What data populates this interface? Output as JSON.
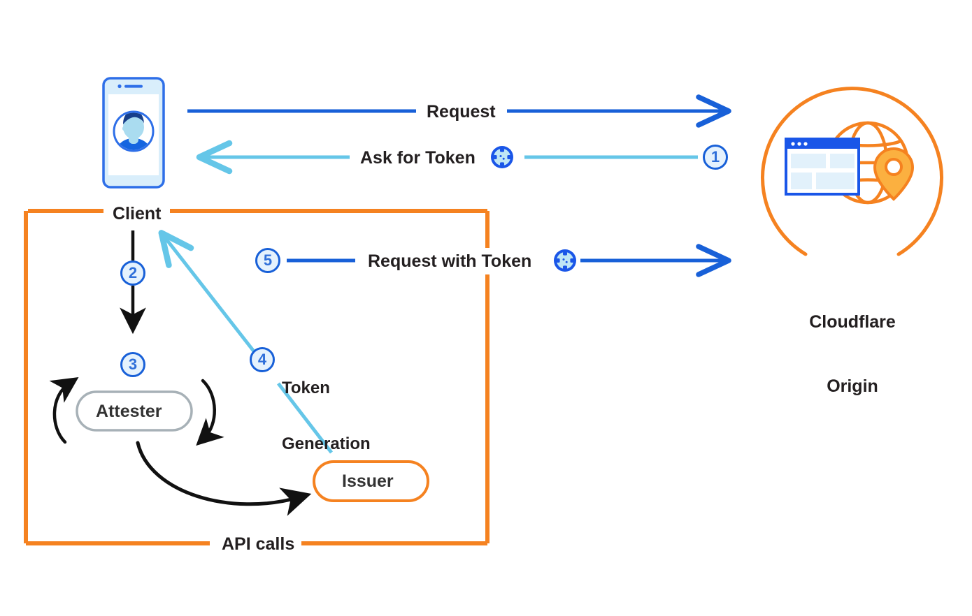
{
  "diagram": {
    "title": "Privacy Pass token issuance and redemption flow",
    "colors": {
      "blue": "#1860d8",
      "light_blue": "#65c6e8",
      "orange": "#f58220",
      "gray": "#a7b1b7",
      "black": "#111111",
      "badge_fill": "#e5f2fd",
      "text": "#231f20"
    }
  },
  "nodes": {
    "client": {
      "label": "Client",
      "icon": "mobile-phone-user-icon"
    },
    "attester": {
      "label": "Attester"
    },
    "issuer": {
      "label": "Issuer"
    },
    "origin": {
      "label": "Cloudflare\nOrigin",
      "icon": "globe-browser-pin-icon"
    },
    "boundary": {
      "top_label": "Client",
      "bottom_label": "API calls"
    }
  },
  "flows": [
    {
      "step": "1",
      "label": "Ask for Token",
      "direction": "origin-to-client",
      "color": "#65c6e8",
      "has_token_icon": true
    },
    {
      "step": "2",
      "label": "",
      "direction": "client-to-attester",
      "color": "#111111",
      "has_token_icon": false
    },
    {
      "step": "3",
      "label": "",
      "direction": "attester-loop",
      "color": "#111111",
      "has_token_icon": false
    },
    {
      "step": "4",
      "label": "Token\nGeneration",
      "direction": "issuer-to-client",
      "color": "#65c6e8",
      "has_token_icon": false
    },
    {
      "step": "5",
      "label": "Request with Token",
      "direction": "client-to-origin",
      "color": "#1860d8",
      "has_token_icon": true
    }
  ],
  "arrows": {
    "request": {
      "label": "Request",
      "color": "#1860d8"
    },
    "ask_for_token": {
      "label": "Ask for Token",
      "color": "#65c6e8",
      "step": "1"
    },
    "request_with_token": {
      "label": "Request with Token",
      "color": "#1860d8",
      "step": "5"
    },
    "token_generation": {
      "label": "Token\nGeneration",
      "color": "#65c6e8",
      "step": "4"
    }
  },
  "badges": {
    "one": "1",
    "two": "2",
    "three": "3",
    "four": "4",
    "five": "5"
  },
  "labels": {
    "client": "Client",
    "api_calls": "API calls",
    "attester": "Attester",
    "issuer": "Issuer",
    "cloudflare_origin_line1": "Cloudflare",
    "cloudflare_origin_line2": "Origin",
    "request": "Request",
    "ask_for_token": "Ask for Token",
    "request_with_token": "Request with Token",
    "token_generation_line1": "Token",
    "token_generation_line2": "Generation"
  }
}
